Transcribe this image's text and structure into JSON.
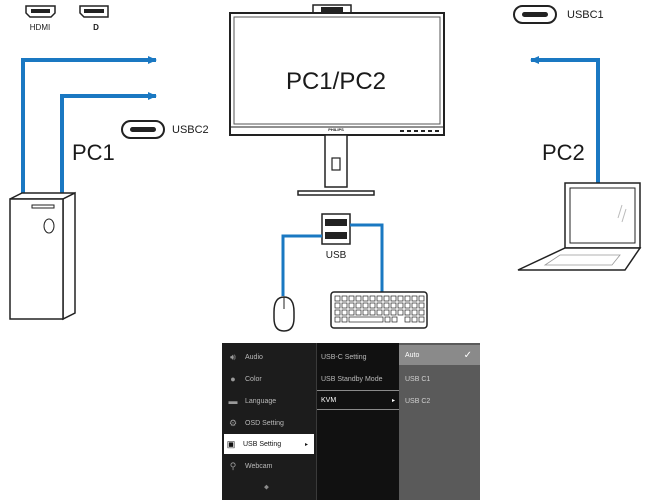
{
  "ports": {
    "hdmi_label": "HDMI",
    "dp_label": "D",
    "usbc1_label": "USBC1",
    "usbc2_label": "USBC2",
    "usb_label": "USB"
  },
  "monitor": {
    "screen_text": "PC1/PC2",
    "brand": "PHILIPS"
  },
  "computers": {
    "pc1_label": "PC1",
    "pc2_label": "PC2"
  },
  "colors": {
    "cable": "#1a78c2",
    "osd_bg": "#1d1d1d",
    "osd_highlight": "#ffffff"
  },
  "osd": {
    "main_menu": [
      {
        "label": "Audio",
        "icon": "speaker-icon"
      },
      {
        "label": "Color",
        "icon": "color-icon"
      },
      {
        "label": "Language",
        "icon": "language-icon"
      },
      {
        "label": "OSD Setting",
        "icon": "osd-setting-icon"
      },
      {
        "label": "USB Setting",
        "icon": "usb-setting-icon",
        "selected": true
      },
      {
        "label": "Webcam",
        "icon": "webcam-icon"
      }
    ],
    "sub_menu": [
      {
        "label": "USB-C Setting"
      },
      {
        "label": "USB Standby Mode"
      },
      {
        "label": "KVM",
        "selected": true
      }
    ],
    "options": [
      {
        "label": "Auto",
        "selected": true
      },
      {
        "label": "USB C1"
      },
      {
        "label": "USB C2"
      }
    ],
    "arrow_glyph": "▸",
    "check_glyph": "✓",
    "scroll_glyph": "⬥"
  }
}
